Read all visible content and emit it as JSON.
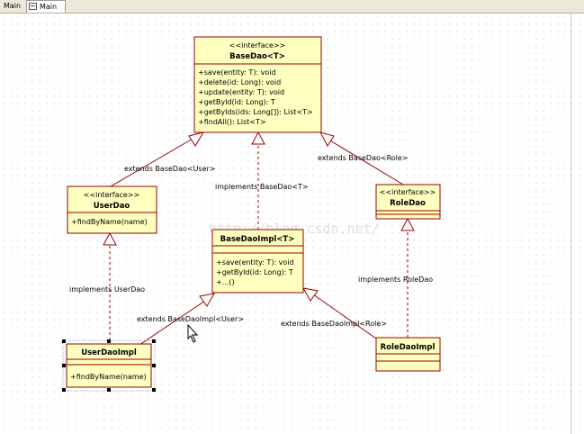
{
  "tabs": [
    {
      "label": "Main"
    },
    {
      "label": "Main"
    }
  ],
  "watermark": "http://blog.csdn.net/",
  "classes": {
    "basedao": {
      "stereotype": "<<interface>>",
      "name": "BaseDao<T>",
      "methods": [
        "+save(entity: T): void",
        "+delete(id: Long): void",
        "+update(entity: T): void",
        "+getById(id: Long): T",
        "+getByIds(ids: Long[]): List<T>",
        "+findAll(): List<T>"
      ]
    },
    "userdao": {
      "stereotype": "<<interface>>",
      "name": "UserDao",
      "methods": [
        "+findByName(name)"
      ]
    },
    "roledao": {
      "stereotype": "<<interface>>",
      "name": "RoleDao",
      "methods": []
    },
    "basedaoimpl": {
      "name": "BaseDaoImpl<T>",
      "methods": [
        "+save(entity: T): void",
        "+getById(id: Long): T",
        "+...()"
      ]
    },
    "userdaoimpl": {
      "name": "UserDaoImpl",
      "methods": [
        "+findByName(name)"
      ]
    },
    "roledaoimpl": {
      "name": "RoleDaoImpl",
      "methods": []
    }
  },
  "relations": {
    "userdao_extends": "extends BaseDao<User>",
    "impl_implements": "implements BaseDao<T>",
    "roledao_extends": "extends BaseDao<Role>",
    "userimpl_implements": "implements UserDao",
    "userimpl_extends": "extends BaseDaoImpl<User>",
    "roleimpl_implements": "implements RoleDao",
    "roleimpl_extends": "extends BaseDaoImpl<Role>"
  },
  "colors": {
    "class_fill": "#ffffc0",
    "class_border": "#990000",
    "relation_line": "#990000",
    "canvas_dots": "#cfcfcf",
    "toolbar": "#ece9d8"
  }
}
